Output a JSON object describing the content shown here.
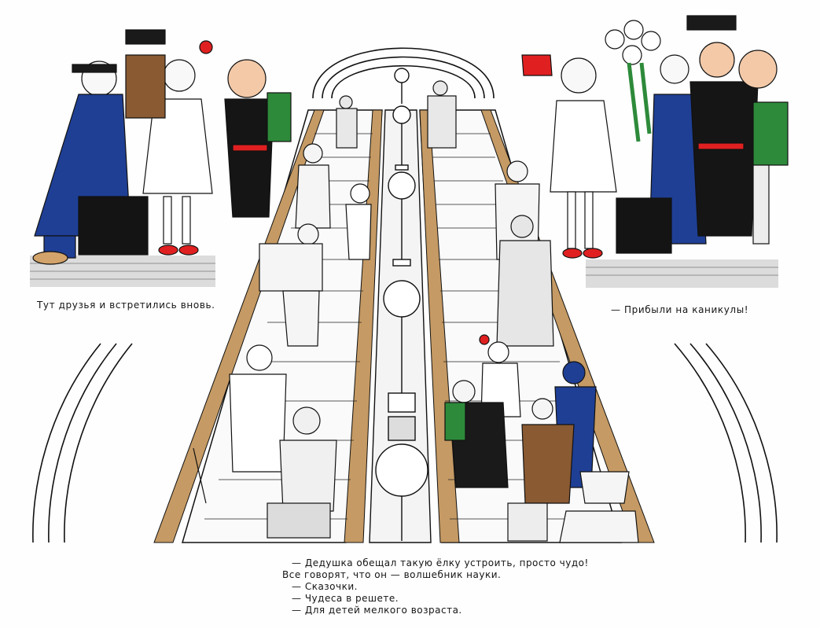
{
  "illustration": {
    "palette": {
      "ink": "#111111",
      "blue_coat": "#1f3f95",
      "green_bag": "#2d8a3a",
      "red_accent": "#e02020",
      "brown_coat": "#8a5a32",
      "rail_tan": "#c59a64",
      "panel_gray": "#d9d9d9",
      "skin": "#f3c9a8",
      "background": "#fefefe"
    },
    "icons": {
      "left_panel": "friends-meeting-scene",
      "right_panel": "friends-arrival-scene",
      "center": "metro-escalator-scene"
    }
  },
  "captions": {
    "left_panel": "Тут друзья и встретились вновь.",
    "right_panel": "— Прибыли на каникулы!"
  },
  "dialogue": [
    "— Дедушка обещал такую ёлку устроить, просто чудо!",
    "Все говорят, что он — волшебник науки.",
    "— Сказочки.",
    "— Чудеса в решете.",
    "— Для детей мелкого возраста."
  ]
}
